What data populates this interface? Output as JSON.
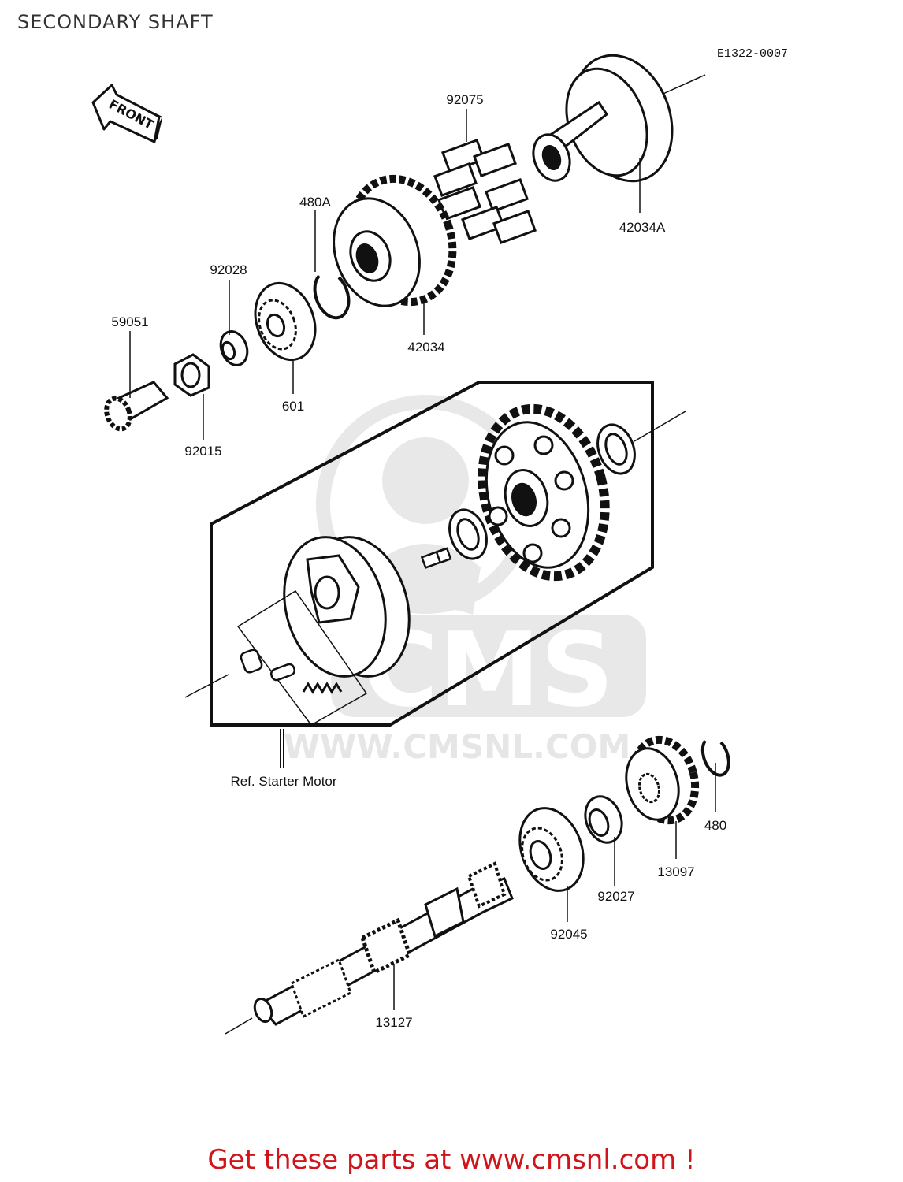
{
  "page": {
    "title": "SECONDARY SHAFT",
    "diagram_code": "E1322-0007",
    "front_label": "FRONT"
  },
  "watermark": {
    "brand": "CMS",
    "url": "WWW.CMSNL.COM"
  },
  "parts": {
    "p92075": "92075",
    "p480A": "480A",
    "p42034A": "42034A",
    "p92028": "92028",
    "p59051": "59051",
    "p42034": "42034",
    "p601": "601",
    "p92015": "92015",
    "p480": "480",
    "p13097": "13097",
    "p92027": "92027",
    "p92045": "92045",
    "p13127": "13127"
  },
  "reference": {
    "starter_motor": "Ref. Starter Motor"
  },
  "footer": {
    "link_text": "Get these parts at www.cmsnl.com !",
    "color": "#d0141b"
  }
}
